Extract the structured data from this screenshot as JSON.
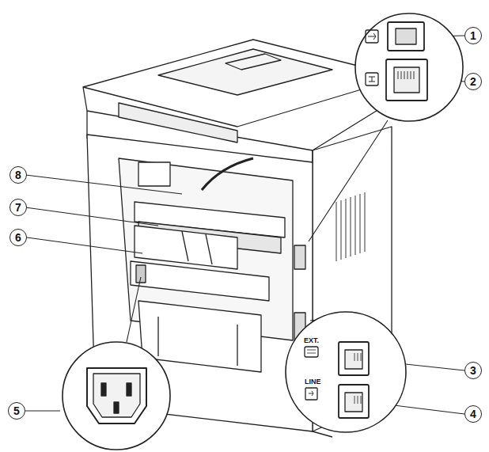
{
  "diagram": {
    "labels": [
      "1",
      "2",
      "3",
      "4",
      "5",
      "6",
      "7",
      "8",
      "EXT.",
      "LINE"
    ]
  }
}
